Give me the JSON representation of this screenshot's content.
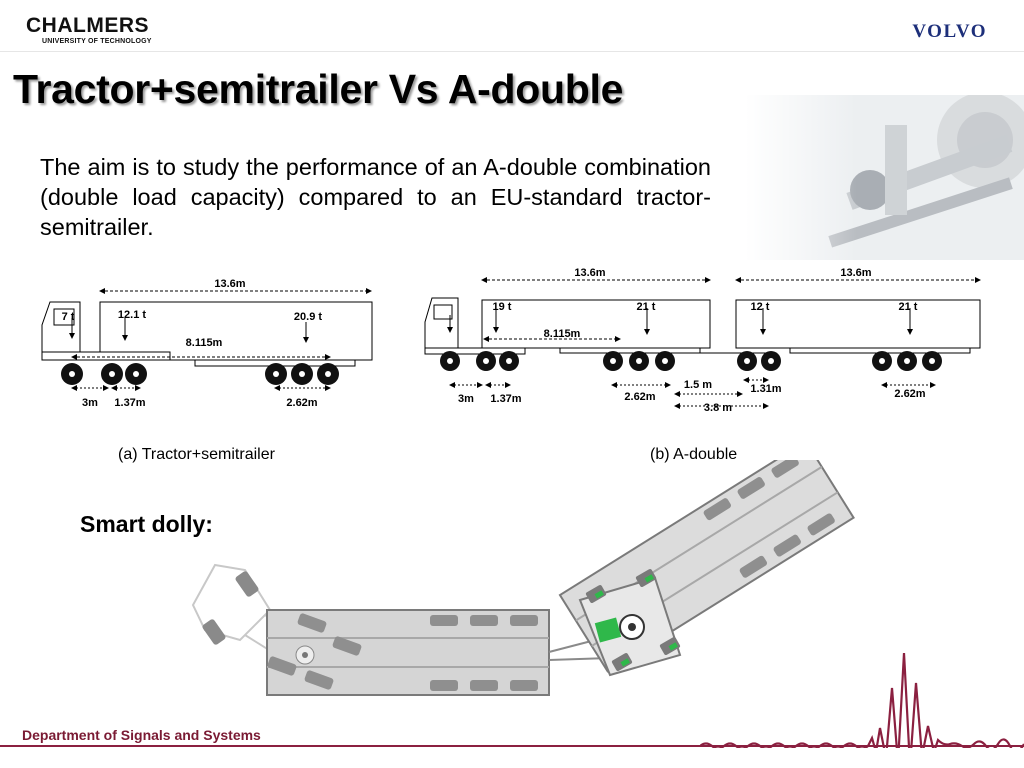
{
  "header": {
    "university_name": "CHALMERS",
    "university_sub": "UNIVERSITY OF TECHNOLOGY",
    "partner_logo": "VOLVO"
  },
  "slide": {
    "title": "Tractor+semitrailer Vs A-double",
    "intro": "The aim is to study the performance of an A-double combination (double load capacity) compared to an EU-standard tractor-semitrailer.",
    "smart_dolly_label": "Smart dolly:"
  },
  "diagram_a": {
    "caption": "(a)  Tractor+semitrailer",
    "length": "13.6m",
    "axle_loads": [
      "7 t",
      "12.1 t",
      "20.9 t"
    ],
    "wheelbase": "8.115m",
    "spacings": [
      "3m",
      "1.37m",
      "2.62m"
    ]
  },
  "diagram_b": {
    "caption": "(b)  A-double",
    "length_1": "13.6m",
    "length_2": "13.6m",
    "axle_loads": [
      "19 t",
      "21 t",
      "12 t",
      "21 t"
    ],
    "wheelbase": "8.115m",
    "spacings": [
      "3m",
      "1.37m",
      "2.62m",
      "1.5 m",
      "3.8 m",
      "1.31m",
      "2.62m"
    ]
  },
  "footer": {
    "department": "Department of Signals and Systems"
  },
  "colors": {
    "title": "#000000",
    "department": "#7a1a33",
    "footer_line": "#8b2040",
    "volvo": "#1d2f7a",
    "dolly_green": "#2fb84a"
  }
}
